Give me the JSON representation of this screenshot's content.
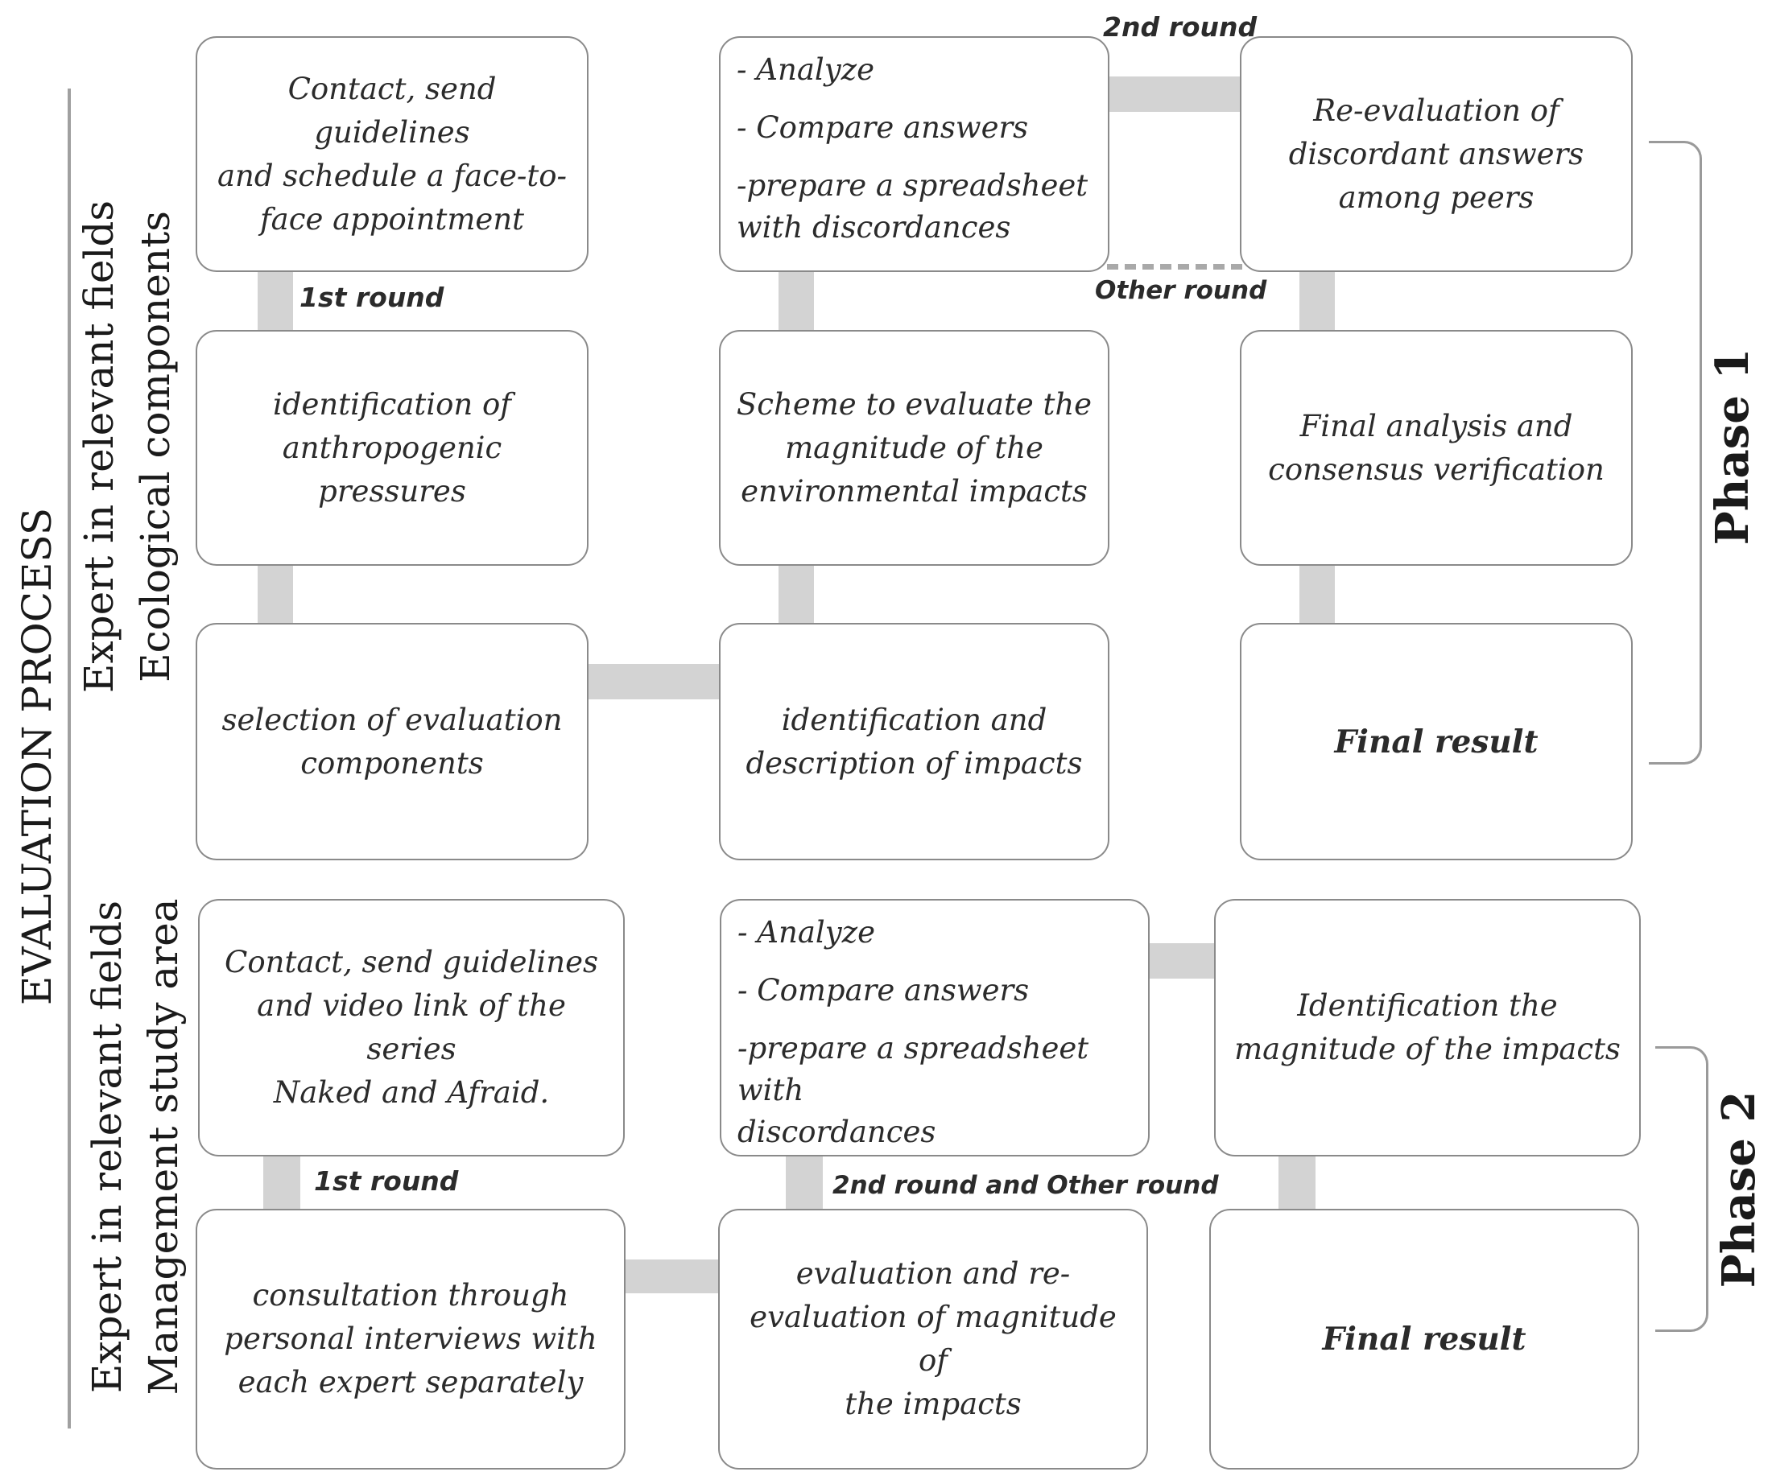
{
  "side_title": "EVALUATION PROCESS",
  "phase1": {
    "side_labels": [
      "Expert in relevant fields",
      "Ecological components"
    ],
    "phase_label": "Phase 1",
    "boxes": {
      "contact": "Contact, send guidelines\nand schedule a face-to-\nface appointment",
      "analyze": [
        "- Analyze",
        "- Compare answers",
        "-prepare a spreadsheet\nwith discordances"
      ],
      "reevaluation": "Re-evaluation of\ndiscordant answers\namong peers",
      "anthropogenic": "identification of\nanthropogenic pressures",
      "scheme": "Scheme to evaluate the\nmagnitude of the\nenvironmental impacts",
      "final_analysis": "Final analysis and\nconsensus verification",
      "selection": "selection of evaluation\ncomponents",
      "impacts": "identification and\ndescription of impacts",
      "final_result": "Final result"
    },
    "labels": {
      "first_round": "1st round",
      "second_round": "2nd round",
      "other_round": "Other round"
    }
  },
  "phase2": {
    "side_labels": [
      "Expert in relevant fields",
      "Management study area"
    ],
    "phase_label": "Phase 2",
    "boxes": {
      "contact": "Contact, send guidelines\nand video link of the series\nNaked and Afraid.",
      "analyze": [
        "- Analyze",
        "- Compare answers",
        "-prepare a spreadsheet with\ndiscordances"
      ],
      "identification": "Identification the\nmagnitude of the impacts",
      "consultation": "consultation through\npersonal interviews with\neach expert separately",
      "evaluation": "evaluation and re-\nevaluation of magnitude of\nthe impacts",
      "final_result": "Final result"
    },
    "labels": {
      "first_round": "1st round",
      "rounds": "2nd round and  Other round"
    }
  }
}
